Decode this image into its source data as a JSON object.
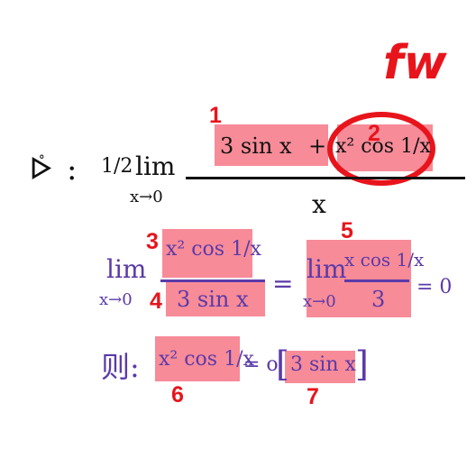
{
  "colors": {
    "black_ink": "#111111",
    "purple_ink": "#5b3aa8",
    "red_ink": "#e8141c",
    "highlight": "#f46476"
  },
  "tag": "fw",
  "line1": {
    "var": "ᢰ",
    "eq": ":",
    "coef": "1/2",
    "lim": "lim",
    "lim_sub": "x→0",
    "num_a": "3 sin x",
    "plus": "+",
    "num_b": "x² cos 1/x",
    "den": "x"
  },
  "line2": {
    "lim": "lim",
    "lim_sub": "x→0",
    "num": "x² cos 1/x",
    "den": "3 sin x",
    "eq": "=",
    "lim2": "lim",
    "lim2_sub": "x→0",
    "num2": "x cos 1/x",
    "den2": "3",
    "eq2": "= 0"
  },
  "line3": {
    "label": "则:",
    "lhs": "x² cos 1/x",
    "mid": "= o",
    "rhs": "3 sin x"
  },
  "markers": [
    "1",
    "2",
    "3",
    "4",
    "5",
    "6",
    "7"
  ]
}
